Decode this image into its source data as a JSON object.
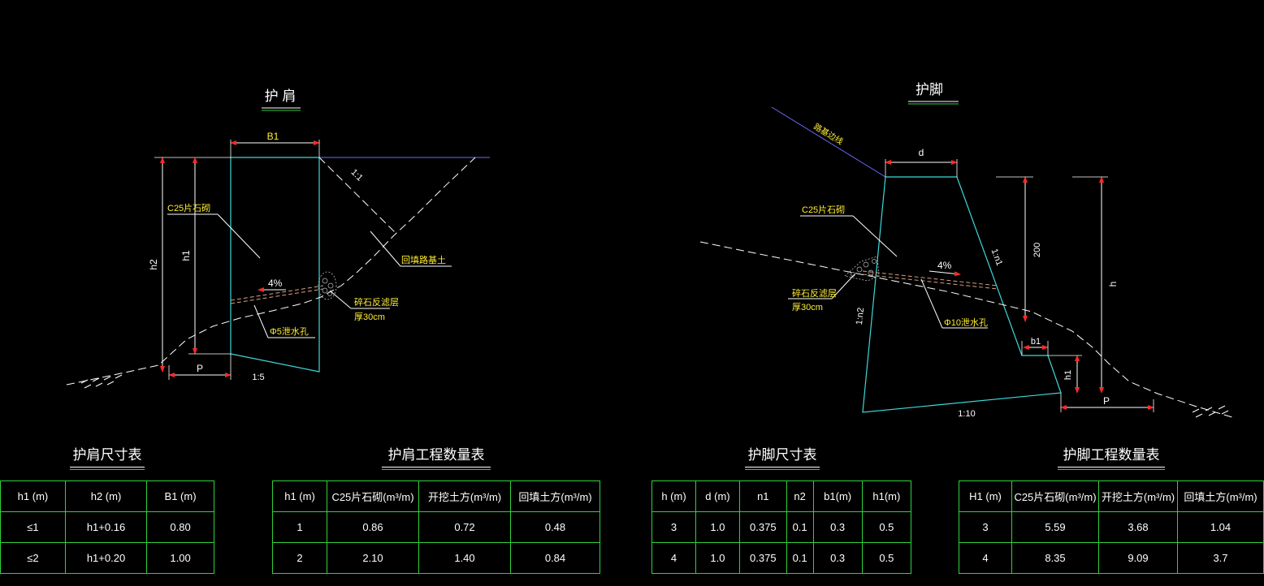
{
  "left": {
    "title": "护 肩",
    "labels": {
      "b1": "B1",
      "slope_top": "1:1",
      "material": "C25片石砌",
      "backfill": "回填路基土",
      "h1": "h1",
      "h2": "h2",
      "grade": "4%",
      "filter": "碎石反滤层",
      "filter_thick": "厚30cm",
      "drain": "Φ5泄水孔",
      "p": "P",
      "slope_base": "1:5"
    }
  },
  "right": {
    "title": "护脚",
    "labels": {
      "road": "路基边线",
      "d": "d",
      "material": "C25片石砌",
      "grade": "4%",
      "slope_n1": "1:n1",
      "dim_200": "200",
      "h": "h",
      "filter": "碎石反滤层",
      "filter_thick": "厚30cm",
      "slope_n2": "1:n2",
      "drain": "Φ10泄水孔",
      "b1": "b1",
      "h1": "h1",
      "p": "P",
      "slope_base": "1:10"
    }
  },
  "tables": {
    "t1": {
      "title": "护肩尺寸表",
      "header": [
        "h1 (m)",
        "h2 (m)",
        "B1 (m)"
      ],
      "rows": [
        [
          "≤1",
          "h1+0.16",
          "0.80"
        ],
        [
          "≤2",
          "h1+0.20",
          "1.00"
        ]
      ]
    },
    "t2": {
      "title": "护肩工程数量表",
      "header": [
        "h1 (m)",
        "C25片石砌(m³/m)",
        "开挖土方(m³/m)",
        "回填土方(m³/m)"
      ],
      "rows": [
        [
          "1",
          "0.86",
          "0.72",
          "0.48"
        ],
        [
          "2",
          "2.10",
          "1.40",
          "0.84"
        ]
      ]
    },
    "t3": {
      "title": "护脚尺寸表",
      "header": [
        "h (m)",
        "d (m)",
        "n1",
        "n2",
        "b1(m)",
        "h1(m)"
      ],
      "rows": [
        [
          "3",
          "1.0",
          "0.375",
          "0.1",
          "0.3",
          "0.5"
        ],
        [
          "4",
          "1.0",
          "0.375",
          "0.1",
          "0.3",
          "0.5"
        ]
      ]
    },
    "t4": {
      "title": "护脚工程数量表",
      "header": [
        "H1 (m)",
        "C25片石砌(m³/m)",
        "开挖土方(m³/m)",
        "回填土方(m³/m)"
      ],
      "rows": [
        [
          "3",
          "5.59",
          "3.68",
          "1.04"
        ],
        [
          "4",
          "8.35",
          "9.09",
          "3.7"
        ]
      ]
    }
  }
}
